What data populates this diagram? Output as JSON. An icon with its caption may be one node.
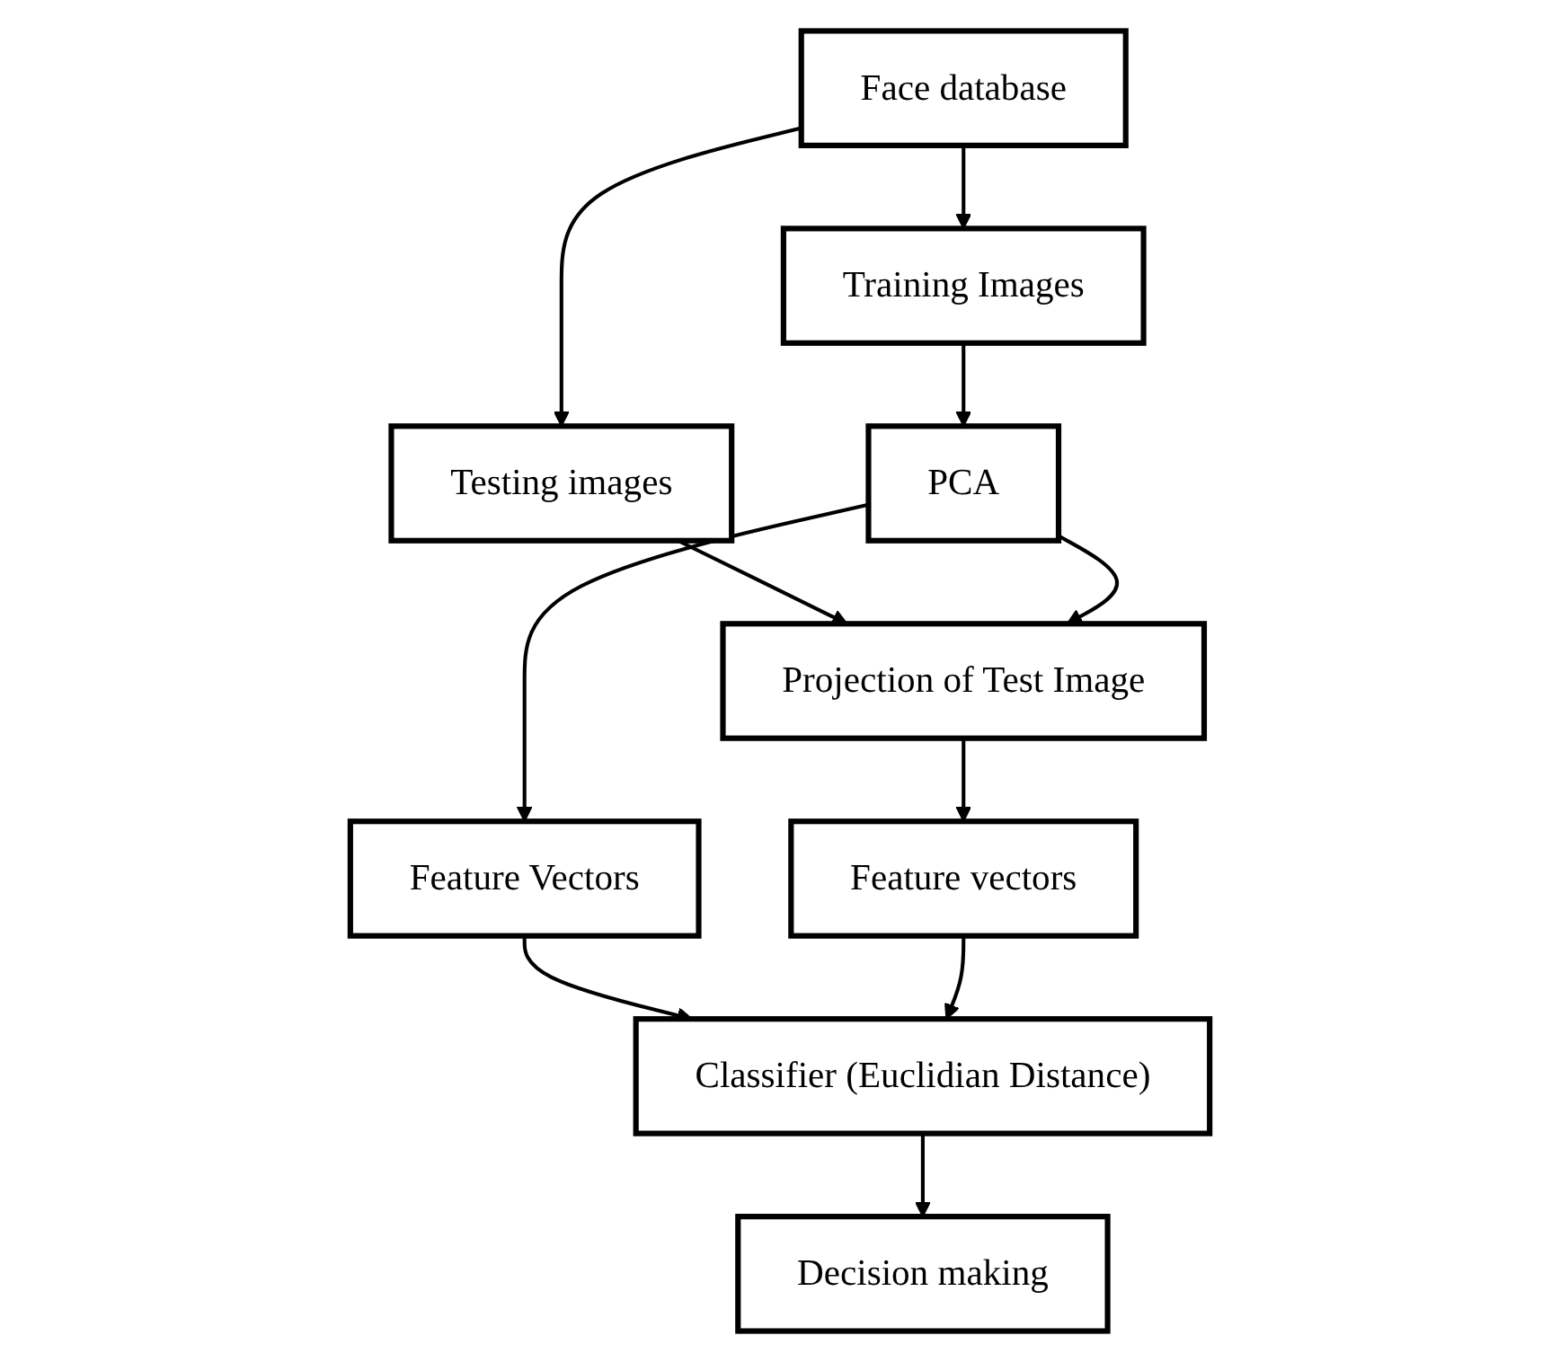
{
  "diagram": {
    "nodes": [
      {
        "text": [
          "Face database"
        ]
      },
      {
        "text": [
          "Testing images"
        ]
      },
      {
        "text": [
          "Training Images"
        ]
      },
      {
        "text": [
          "PCA"
        ]
      },
      {
        "text": [
          "Projection of Test Image"
        ]
      },
      {
        "text": [
          "Feature Vectors"
        ]
      },
      {
        "text": [
          "Feature vectors"
        ]
      },
      {
        "text": [
          "Classifier (Euclidian Distance)"
        ]
      },
      {
        "text": [
          "Decision making"
        ]
      }
    ],
    "edges": [
      {
        "from": 0,
        "to": 2,
        "arrow": "to"
      },
      {
        "from": 0,
        "to": 1,
        "arrow": "to"
      },
      {
        "from": 2,
        "to": 3,
        "arrow": "to"
      },
      {
        "from": 1,
        "to": 4,
        "arrow": "to"
      },
      {
        "from": 3,
        "to": 4,
        "arrow": "to"
      },
      {
        "from": 3,
        "to": 5,
        "arrow": "to"
      },
      {
        "from": 4,
        "to": 6,
        "arrow": "to"
      },
      {
        "from": 5,
        "to": 7,
        "arrow": "to"
      },
      {
        "from": 6,
        "to": 7,
        "arrow": "to"
      },
      {
        "from": 7,
        "to": 8,
        "arrow": "to"
      }
    ]
  }
}
